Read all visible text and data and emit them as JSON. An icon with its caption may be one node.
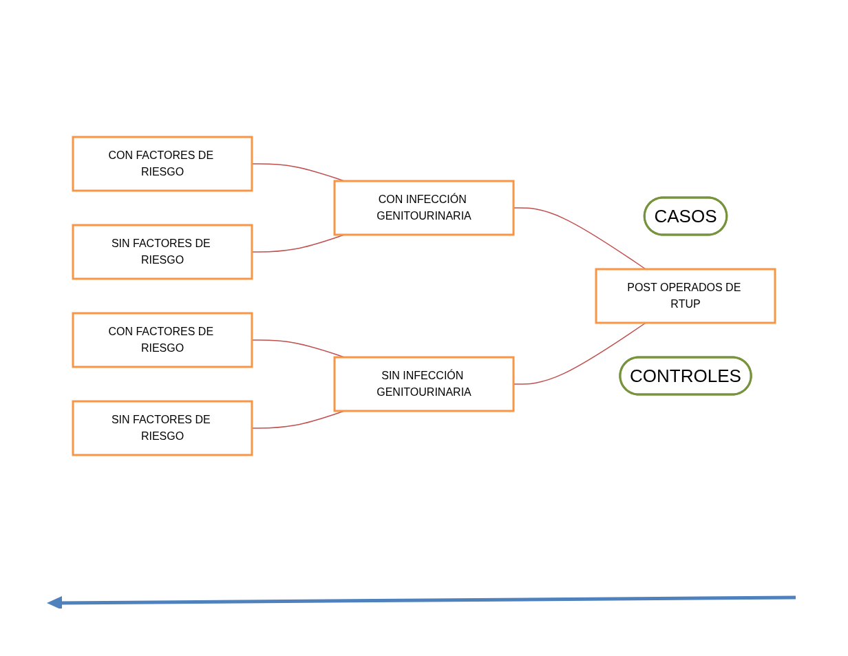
{
  "diagram": {
    "nodes": [
      {
        "text": [
          "CON FACTORES DE RIESGO"
        ]
      },
      {
        "text": [
          "CON INFECCIÓN GENITOURINARIA"
        ]
      },
      {
        "text": [
          "CASOS"
        ]
      },
      {
        "text": [
          "SIN FACTORES DE RIESGO"
        ]
      },
      {
        "text": [
          "POST OPERADOS DE RTUP"
        ]
      },
      {
        "text": [
          "CON FACTORES DE RIESGO"
        ]
      },
      {
        "text": [
          "SIN INFECCIÓN GENITOURINARIA"
        ]
      },
      {
        "text": [
          "CONTROLES"
        ]
      },
      {
        "text": [
          "SIN FACTORES DE RIESGO"
        ]
      }
    ],
    "edges": [
      {
        "from": 1,
        "to": 0,
        "arrow": "none"
      },
      {
        "from": 1,
        "to": 3,
        "arrow": "none"
      },
      {
        "from": 4,
        "to": 1,
        "arrow": "none"
      },
      {
        "from": 4,
        "to": 6,
        "arrow": "none"
      },
      {
        "from": 6,
        "to": 5,
        "arrow": "none"
      },
      {
        "from": 6,
        "to": 8,
        "arrow": "none"
      }
    ]
  }
}
